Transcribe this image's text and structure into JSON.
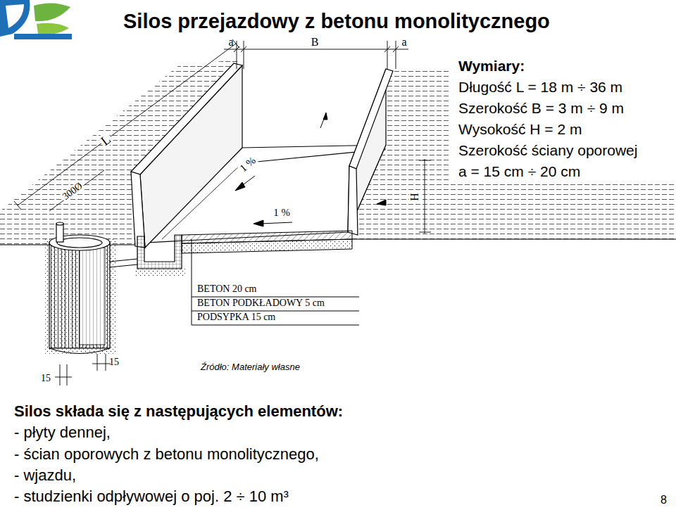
{
  "diagram": {
    "title": "Silos przejazdowy z betonu monolitycznego",
    "labels": [
      "a",
      "B",
      "a",
      "L",
      "300Ø",
      "1 %",
      "1 %",
      "H",
      "BETON 20 cm",
      "BETON PODKŁADOWY 5 cm",
      "PODSYPKA 15 cm",
      "15",
      "15",
      "Źródło: Materiały własne",
      "Wymiary:",
      "Długość L = 18 m ÷ 36 m",
      "Szerokość B = 3 m ÷ 9 m",
      "Wysokość H = 2 m",
      "Szerokość ściany oporowej",
      "a = 15 cm ÷ 20 cm",
      "Silos składa się z następujących elementów:",
      "- płyty dennej,",
      "- ścian oporowych z betonu monolitycznego,",
      "- wjazdu,",
      "- studzienki odpływowej o poj. 2 ÷ 10 m³",
      "8"
    ]
  }
}
